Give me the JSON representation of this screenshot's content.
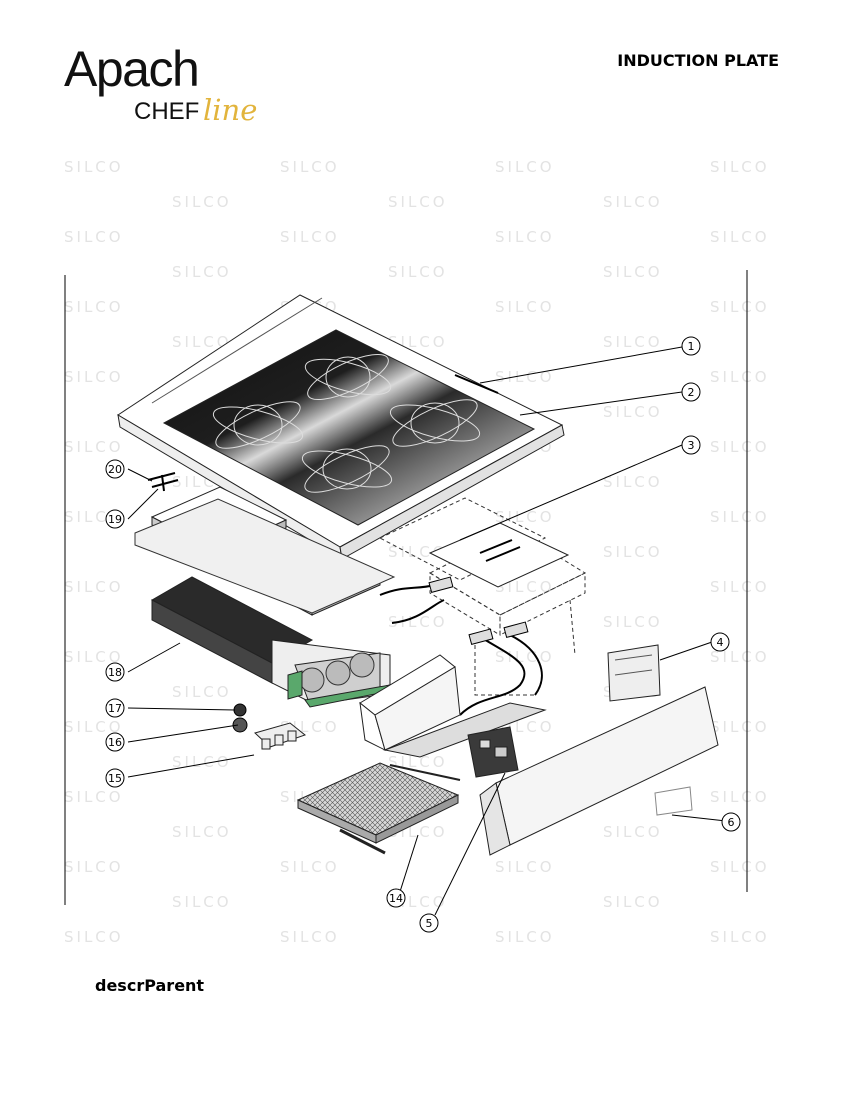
{
  "brand": {
    "apach": "Apach",
    "chef": "CHEF",
    "line": "line"
  },
  "page_title": "INDUCTION PLATE",
  "watermark_text": "SILCO",
  "callouts": [
    "1",
    "2",
    "3",
    "4",
    "5",
    "6",
    "14",
    "15",
    "16",
    "17",
    "18",
    "19",
    "20"
  ],
  "footer_label": "descrParent",
  "colors": {
    "logo_accent": "#e2b43c",
    "glass": "#1a1a1a",
    "pcb_green": "#5aa86c"
  }
}
